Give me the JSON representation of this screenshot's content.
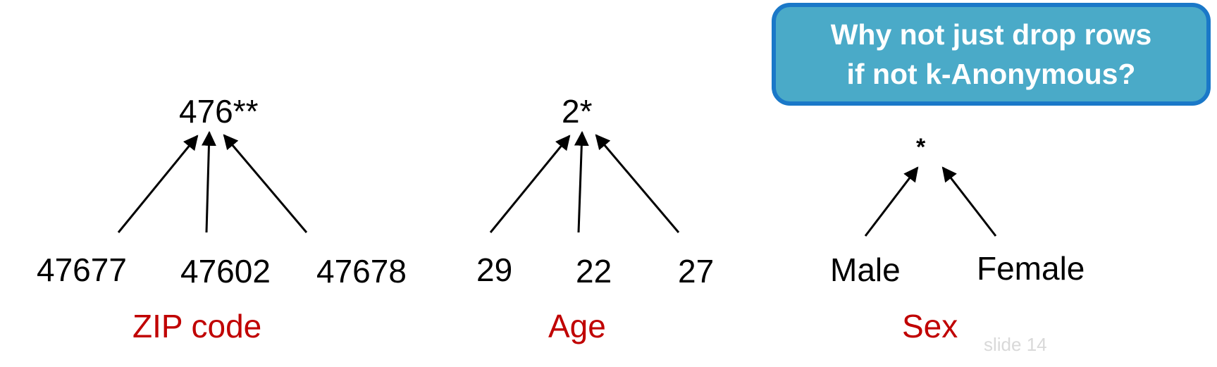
{
  "colors": {
    "category": "#c00000",
    "callout_fill": "#4aaac8",
    "callout_border": "#1a78c8",
    "slide_number": "#d9d9d9"
  },
  "hierarchies": [
    {
      "category": "ZIP code",
      "root": "476**",
      "leaves": [
        "47677",
        "47602",
        "47678"
      ]
    },
    {
      "category": "Age",
      "root": "2*",
      "leaves": [
        "29",
        "22",
        "27"
      ]
    },
    {
      "category": "Sex",
      "root": "*",
      "leaves": [
        "Male",
        "Female"
      ]
    }
  ],
  "callout": {
    "line1": "Why not just drop rows",
    "line2": "if not k-Anonymous?"
  },
  "slide_number": "slide 14"
}
